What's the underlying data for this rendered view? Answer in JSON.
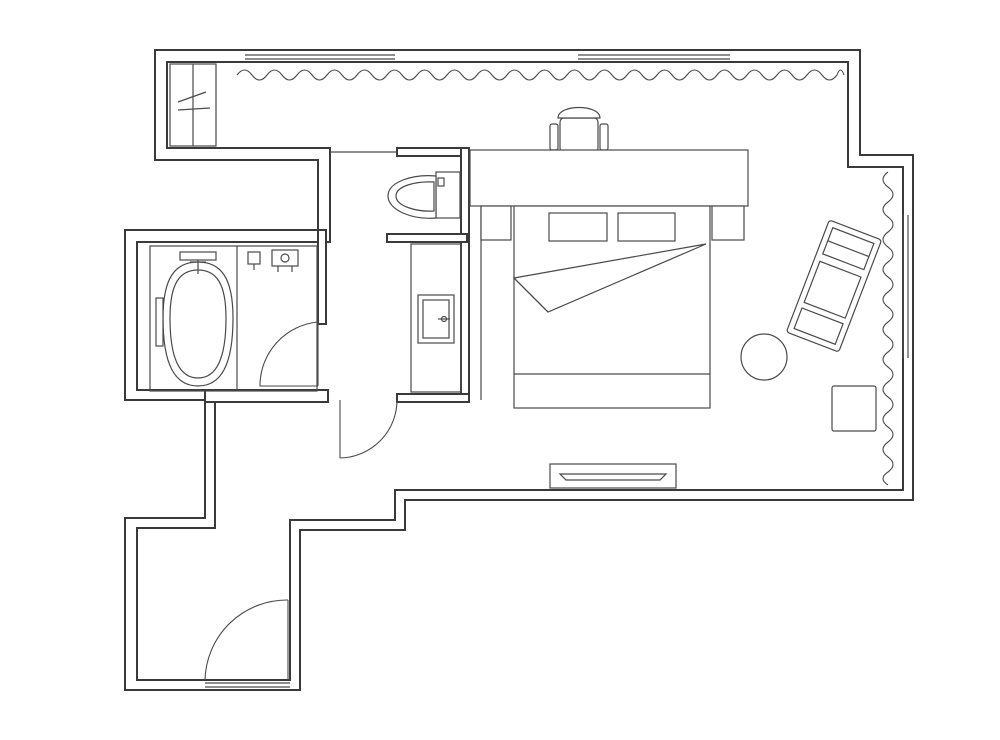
{
  "plan": {
    "rooms": [
      "closet",
      "toilet-room",
      "washroom",
      "bathroom",
      "bedroom",
      "entry-hall"
    ],
    "furniture": [
      "double-bed",
      "pillow",
      "pillow",
      "nightstand",
      "nightstand",
      "headboard-desk",
      "desk-chair",
      "lounge-chair",
      "round-side-table",
      "ottoman",
      "tv-console",
      "bathtub",
      "toilet",
      "wash-basin"
    ],
    "colors": {
      "wall_stroke": "#3a3a3a",
      "fixture_stroke": "#4a4a4a",
      "background": "#ffffff"
    }
  }
}
